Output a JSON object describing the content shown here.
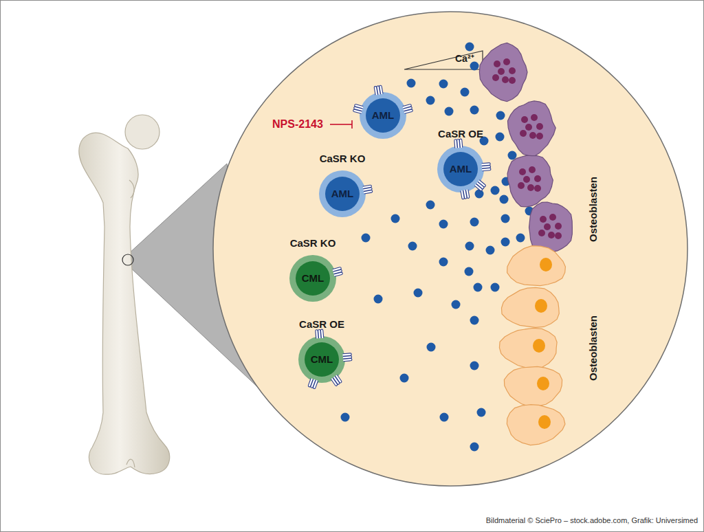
{
  "diagram": {
    "nodes": [
      {
        "text": [
          "AML"
        ]
      },
      {
        "text": [
          "CaSR OE",
          "AML"
        ]
      },
      {
        "text": [
          "CaSR KO",
          "AML"
        ]
      },
      {
        "text": [
          "CaSR KO",
          "CML"
        ]
      },
      {
        "text": [
          "CaSR OE",
          "CML"
        ]
      }
    ],
    "labels": [
      "Ca²⁺",
      "NPS-2143",
      "Osteoblasten",
      "Osteoblasten",
      "Bildmaterial © SciePro – stock.adobe.com, Grafik: Universimed"
    ]
  }
}
